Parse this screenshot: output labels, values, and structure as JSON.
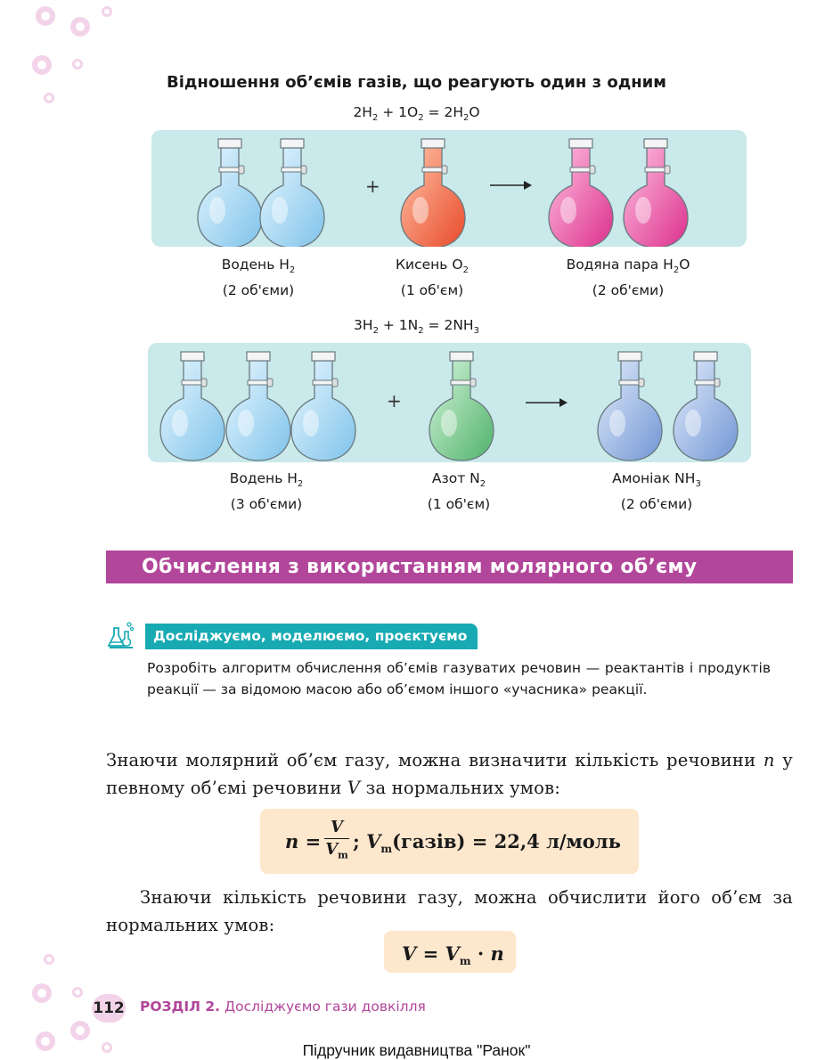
{
  "figure": {
    "title": "Відношення об’ємів газів, що реагують один з одним",
    "reaction1": {
      "equation": [
        "2H",
        "2",
        " + 1O",
        "2",
        " = 2H",
        "2",
        "O"
      ],
      "plus": "+",
      "captions": [
        {
          "line1": "Водень H",
          "sub": "2",
          "line2": "(2 об'єми)"
        },
        {
          "line1": "Кисень O",
          "sub": "2",
          "line2": "(1 об'єм)"
        },
        {
          "line1": "Водяна пара H",
          "sub": "2",
          "tail": "O",
          "line2": "(2 об'єми)"
        }
      ],
      "flask_colors": [
        "#9fd4f0",
        "#f06a4a",
        "#ea4fa0"
      ]
    },
    "reaction2": {
      "equation": [
        "3H",
        "2",
        " + 1N",
        "2",
        " = 2NH",
        "3"
      ],
      "plus": "+",
      "captions": [
        {
          "line1": "Водень H",
          "sub": "2",
          "line2": "(3 об'єми)"
        },
        {
          "line1": "Азот N",
          "sub": "2",
          "line2": "(1 об'єм)"
        },
        {
          "line1": "Амоніак NH",
          "sub": "3",
          "line2": "(2 об'єми)"
        }
      ],
      "flask_colors": [
        "#9fd4f0",
        "#7cc98f",
        "#8fb0e0"
      ]
    },
    "panel_color": "#c9e9ea"
  },
  "section": {
    "title": "Обчислення з використанням молярного об’єму",
    "color": "#b1469a"
  },
  "research": {
    "icon": "flask-lab-icon",
    "label": "Досліджуємо, моделюємо, проєктуємо",
    "text": "Розробіть алгоритм обчислення об’ємів газуватих речовин — реактантів і продуктів реакції — за відомою масою або об’ємом іншого «учасника» реакції.",
    "color": "#18aab3"
  },
  "body": {
    "para1_a": "Знаючи молярний об’єм газу, можна визначити кількість речовини ",
    "para1_n": "n",
    "para1_b": " у певному об’ємі речовини ",
    "para1_V": "V",
    "para1_c": " за нормальних умов:",
    "formula1": {
      "n": "n",
      "eq": "=",
      "num": "V",
      "den": "V",
      "den_sub": "m",
      "sep": ";",
      "vm": "V",
      "vm_sub": "m",
      "rest": "(газів) = 22,4 л/моль"
    },
    "para2": "Знаючи кількість речовини газу, можна обчислити його об’єм за нормальних умов:",
    "formula2": {
      "V": "V",
      "eq": "=",
      "vm": "V",
      "vm_sub": "m",
      "dot": "·",
      "n": "n"
    }
  },
  "footer": {
    "page_number": "112",
    "chapter_bold": "РОЗДІЛ 2.",
    "chapter_text": " Досліджуємо гази довкілля",
    "publisher": "Підручник видавництва \"Ранок\""
  }
}
